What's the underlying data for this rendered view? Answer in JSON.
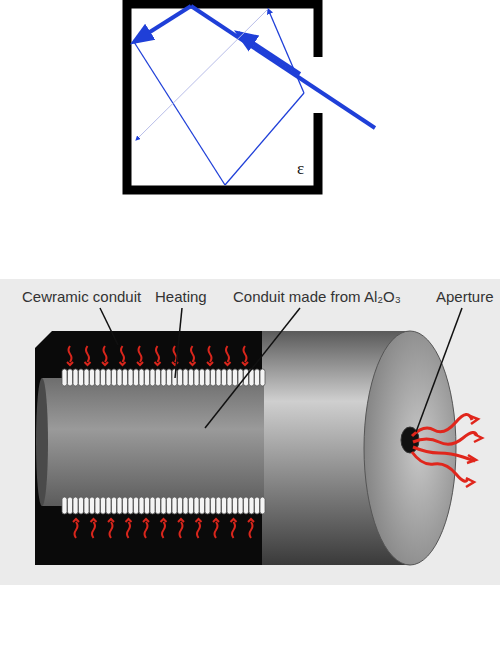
{
  "diagram": {
    "labels": [
      "ε",
      "Cewramic conduit",
      "Heating",
      "Conduit made from Al₂O₃",
      "Aperture"
    ]
  }
}
